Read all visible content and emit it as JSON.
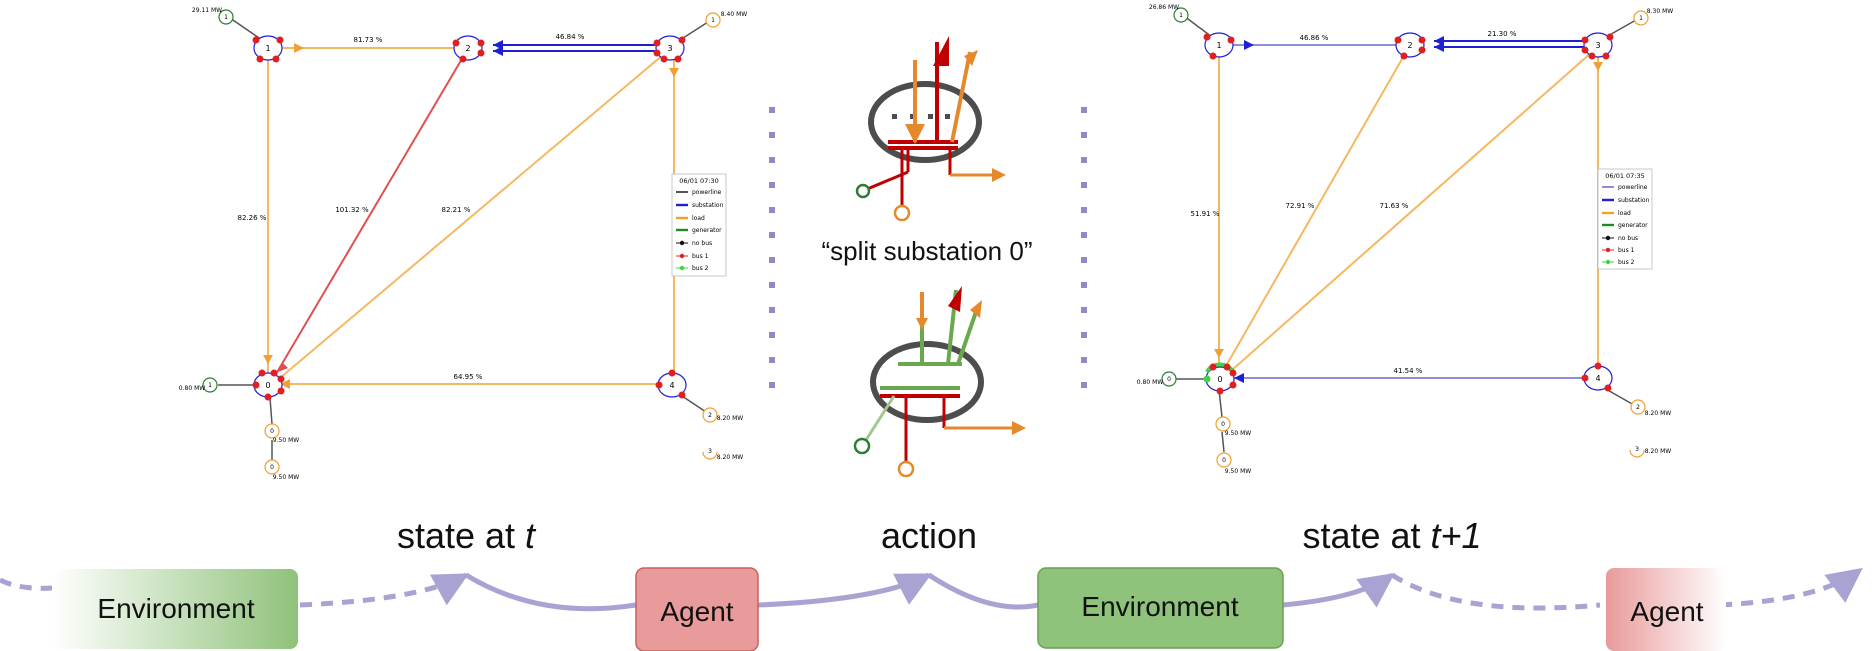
{
  "left_grid": {
    "legend": {
      "title": "06/01 07:30",
      "items": [
        {
          "label": "powerline",
          "color": "#555555",
          "kind": "line"
        },
        {
          "label": "substation",
          "color": "#1f1fd6",
          "kind": "line"
        },
        {
          "label": "load",
          "color": "#f0a030",
          "kind": "line"
        },
        {
          "label": "generator",
          "color": "#1f8a1f",
          "kind": "line"
        },
        {
          "label": "no bus",
          "color": "#111111",
          "kind": "dot"
        },
        {
          "label": "bus 1",
          "color": "#e02020",
          "kind": "dot"
        },
        {
          "label": "bus 2",
          "color": "#3ed63e",
          "kind": "dot"
        }
      ]
    },
    "nodes": [
      "0",
      "1",
      "2",
      "3",
      "4"
    ],
    "line_labels": [
      "81.73 %",
      "46.84 %",
      "82.26 %",
      "101.32 %",
      "82.21 %",
      "64.95 %"
    ],
    "mw_labels": [
      "29.11 MW",
      "8.40 MW",
      "0.80 MW",
      "9.50 MW",
      "9.50 MW",
      "8.20 MW",
      "8.20 MW"
    ],
    "small_node_labels": [
      "1",
      "1",
      "1",
      "0",
      "0",
      "2",
      "3"
    ]
  },
  "right_grid": {
    "legend": {
      "title": "06/01 07:35",
      "items": [
        {
          "label": "powerline",
          "color": "#555555",
          "kind": "line"
        },
        {
          "label": "substation",
          "color": "#1f1fd6",
          "kind": "line"
        },
        {
          "label": "load",
          "color": "#f0a030",
          "kind": "line"
        },
        {
          "label": "generator",
          "color": "#1f8a1f",
          "kind": "line"
        },
        {
          "label": "no bus",
          "color": "#111111",
          "kind": "dot"
        },
        {
          "label": "bus 1",
          "color": "#e02020",
          "kind": "dot"
        },
        {
          "label": "bus 2",
          "color": "#3ed63e",
          "kind": "dot"
        }
      ]
    },
    "nodes": [
      "0",
      "1",
      "2",
      "3",
      "4"
    ],
    "line_labels": [
      "46.86 %",
      "21.30 %",
      "51.91 %",
      "72.91 %",
      "71.63 %",
      "41.54 %"
    ],
    "mw_labels": [
      "26.86 MW",
      "8.30 MW",
      "0.80 MW",
      "9.50 MW",
      "9.50 MW",
      "8.20 MW",
      "8.20 MW"
    ],
    "small_node_labels": [
      "1",
      "1",
      "0",
      "0",
      "0",
      "2",
      "3"
    ]
  },
  "action_text": "“split substation 0”",
  "captions": {
    "state_t_prefix": "state at ",
    "state_t_var": "t",
    "action": "action",
    "state_t1_prefix": "state at ",
    "state_t1_var": "t+1"
  },
  "boxes": {
    "environment_1": "Environment",
    "agent_1": "Agent",
    "environment_2": "Environment",
    "agent_2": "Agent"
  },
  "colors": {
    "environment": "#8fc27a",
    "agent": "#e99a9a",
    "flow": "#a9a3d4",
    "line_load": "#f5b860",
    "line_overload": "#e05050",
    "substation": "#1f1fd6",
    "accent_orange": "#e58a2c",
    "accent_red": "#c00000",
    "accent_green": "#6aa84f",
    "dark_green": "#2e7d32"
  }
}
